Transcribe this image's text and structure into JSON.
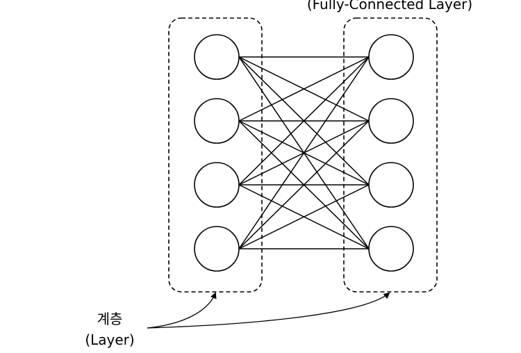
{
  "diagram": {
    "title": "(Fully-Connected Layer)",
    "layer_label": {
      "korean": "계층",
      "english": "(Layer)"
    },
    "layers": [
      {
        "id": "left",
        "node_count": 4
      },
      {
        "id": "right",
        "node_count": 4
      }
    ],
    "connections": "fully-connected"
  }
}
